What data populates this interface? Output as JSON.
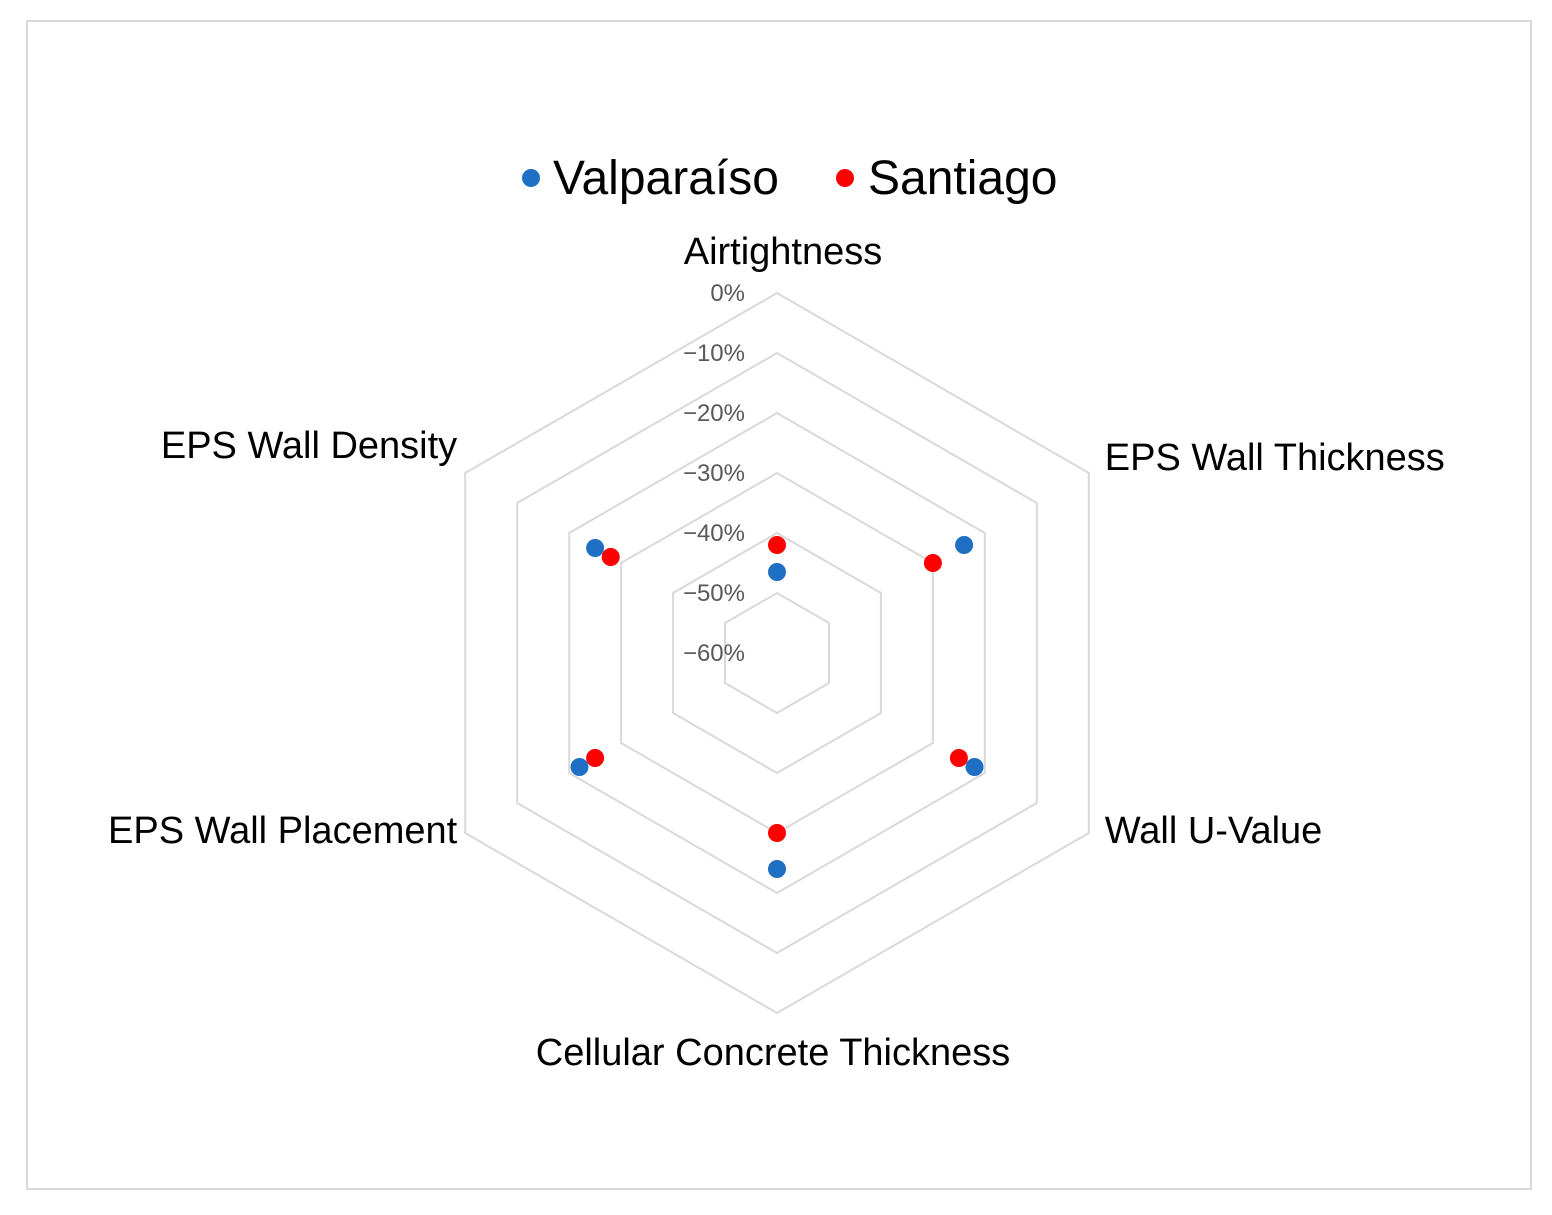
{
  "chart_data": {
    "type": "radar",
    "axes": [
      "Airtightness",
      "EPS Wall Thickness",
      "Wall U-Value",
      "Cellular Concrete Thickness",
      "EPS Wall Placement",
      "EPS Wall Density"
    ],
    "ticks": [
      "0%",
      "−10%",
      "−20%",
      "−30%",
      "−40%",
      "−50%",
      "−60%"
    ],
    "range": [
      -60,
      0
    ],
    "grid": true,
    "legend_position": "top",
    "series": [
      {
        "name": "Valparaíso",
        "color": "#1f6fc5",
        "values": [
          -46.5,
          -24,
          -22,
          -24,
          -22,
          -25
        ]
      },
      {
        "name": "Santiago",
        "color": "#ff0000",
        "values": [
          -42,
          -30,
          -25,
          -30,
          -25,
          -28
        ]
      }
    ]
  }
}
